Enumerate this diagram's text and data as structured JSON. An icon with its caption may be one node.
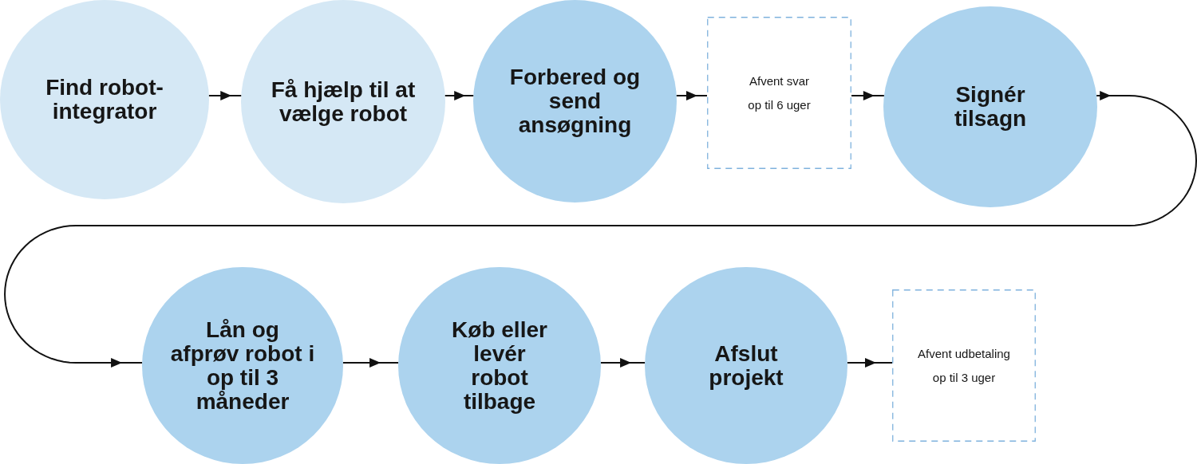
{
  "diagram": {
    "nodes": [
      {
        "text": [
          "Find robot-integrator"
        ]
      },
      {
        "text": [
          "Få hjælp til at vælge robot"
        ]
      },
      {
        "text": [
          "Forbered og send ansøgning"
        ]
      },
      {
        "text": [
          "Afvent svar",
          "op til 6 uger"
        ]
      },
      {
        "text": [
          "Signér tilsagn"
        ]
      },
      {
        "text": [
          "Lån og afprøv robot i op til 3 måneder"
        ]
      },
      {
        "text": [
          "Køb eller levér robot tilbage"
        ]
      },
      {
        "text": [
          "Afslut projekt"
        ]
      },
      {
        "text": [
          "Afvent udbetaling",
          "op til 3 uger"
        ]
      }
    ],
    "edges": [
      {
        "from": 0,
        "to": 1,
        "arrow": "to"
      },
      {
        "from": 1,
        "to": 2,
        "arrow": "to"
      },
      {
        "from": 2,
        "to": 3,
        "arrow": "to"
      },
      {
        "from": 3,
        "to": 4,
        "arrow": "to"
      },
      {
        "from": 4,
        "to": 5,
        "arrow": "to"
      },
      {
        "from": 5,
        "to": 6,
        "arrow": "to"
      },
      {
        "from": 6,
        "to": 7,
        "arrow": "to"
      },
      {
        "from": 7,
        "to": 8,
        "arrow": "to"
      }
    ]
  }
}
